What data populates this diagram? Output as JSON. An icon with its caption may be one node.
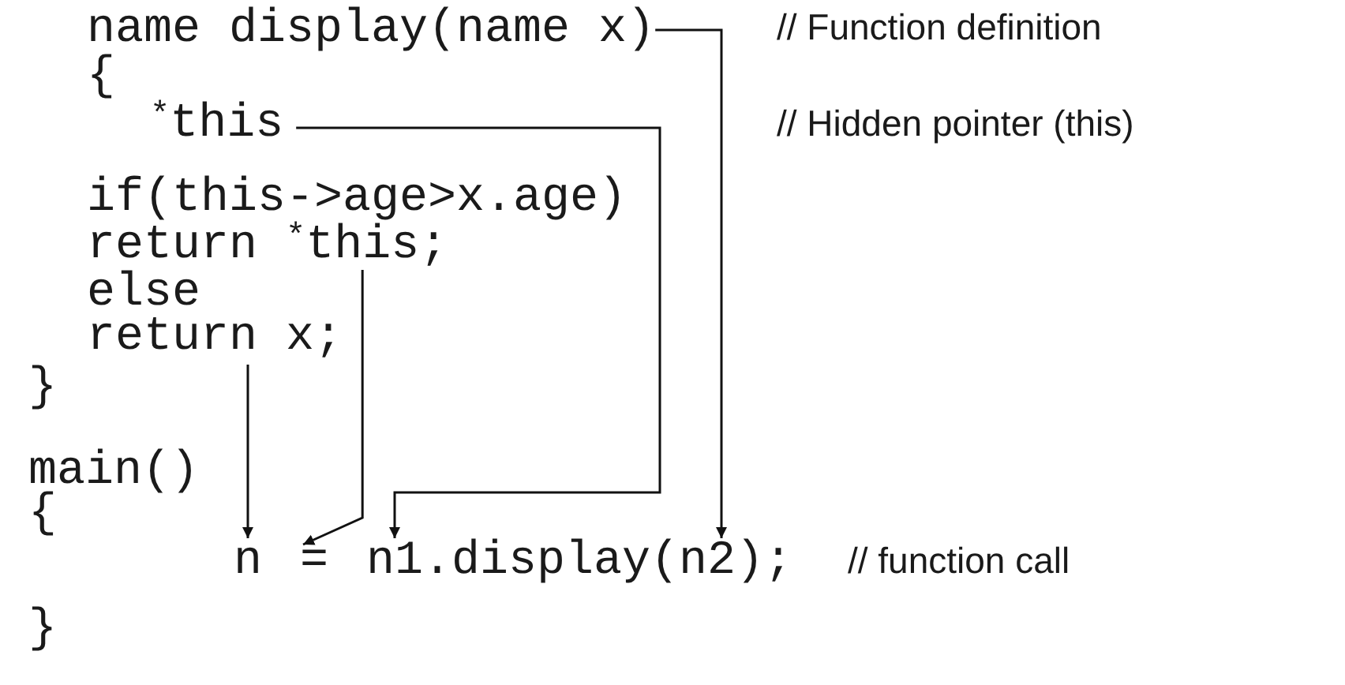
{
  "diagram": {
    "nodes": [
      {
        "text": [
          "name display(name x)"
        ]
      },
      {
        "text": [
          "$^{*}$this"
        ]
      },
      {
        "text": [
          "return $^{*}$this;"
        ]
      },
      {
        "text": [
          "return x;"
        ]
      },
      {
        "text": [
          "n"
        ]
      },
      {
        "text": [
          "="
        ]
      },
      {
        "text": [
          "n1.display(n2);"
        ]
      }
    ],
    "edges": [
      {
        "from": 0,
        "to": 6,
        "arrow": "to"
      },
      {
        "from": 1,
        "to": 6,
        "arrow": "to"
      },
      {
        "from": 2,
        "to": 5,
        "arrow": "to"
      },
      {
        "from": 3,
        "to": 4,
        "arrow": "to"
      }
    ],
    "labels": [
      "// Function definition",
      "{",
      "// Hidden pointer (this)",
      "if(this->age>x.age)",
      "else",
      "}",
      "main()",
      "{",
      "// function call",
      "}"
    ]
  }
}
